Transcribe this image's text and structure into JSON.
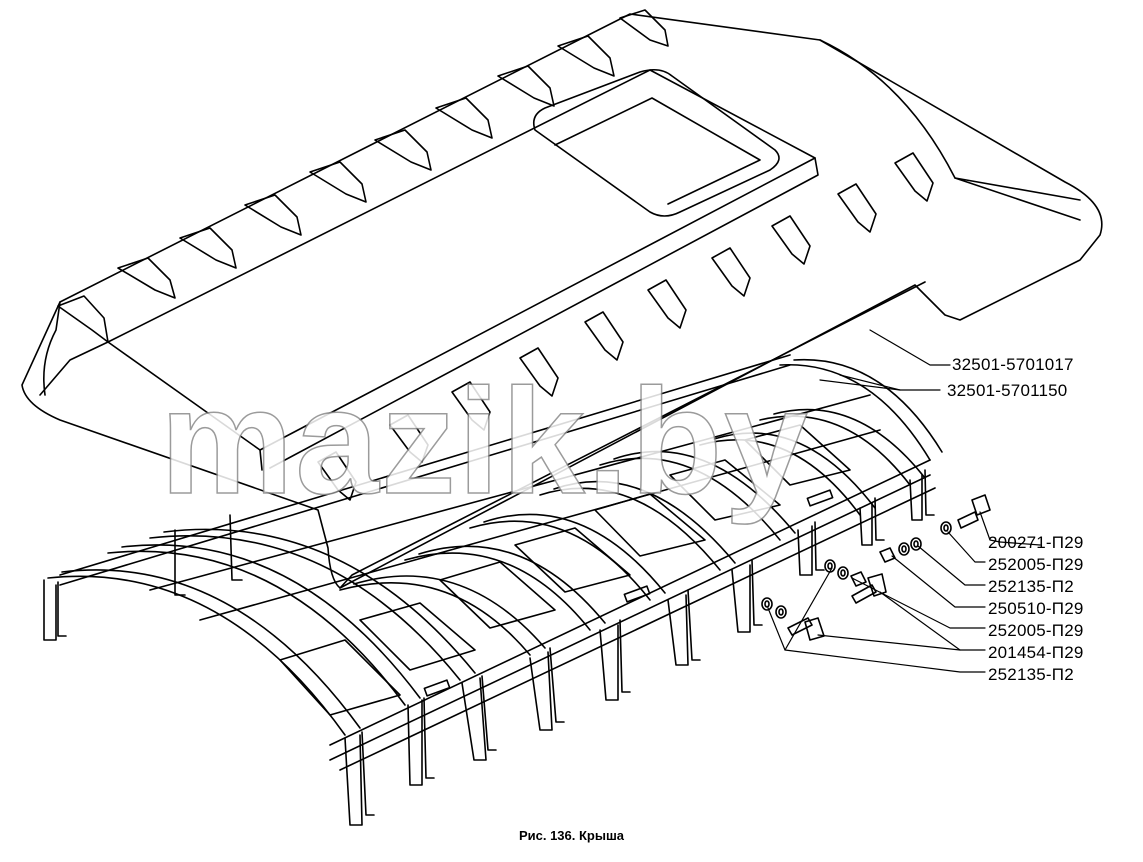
{
  "figure": {
    "caption": "Рис. 136. Крыша",
    "watermark": "mazik.by"
  },
  "part_labels": [
    "32501-5701017",
    "32501-5701150",
    "200271-П29",
    "252005-П29",
    "252135-П2",
    "250510-П29",
    "252005-П29",
    "201454-П29",
    "252135-П2"
  ]
}
